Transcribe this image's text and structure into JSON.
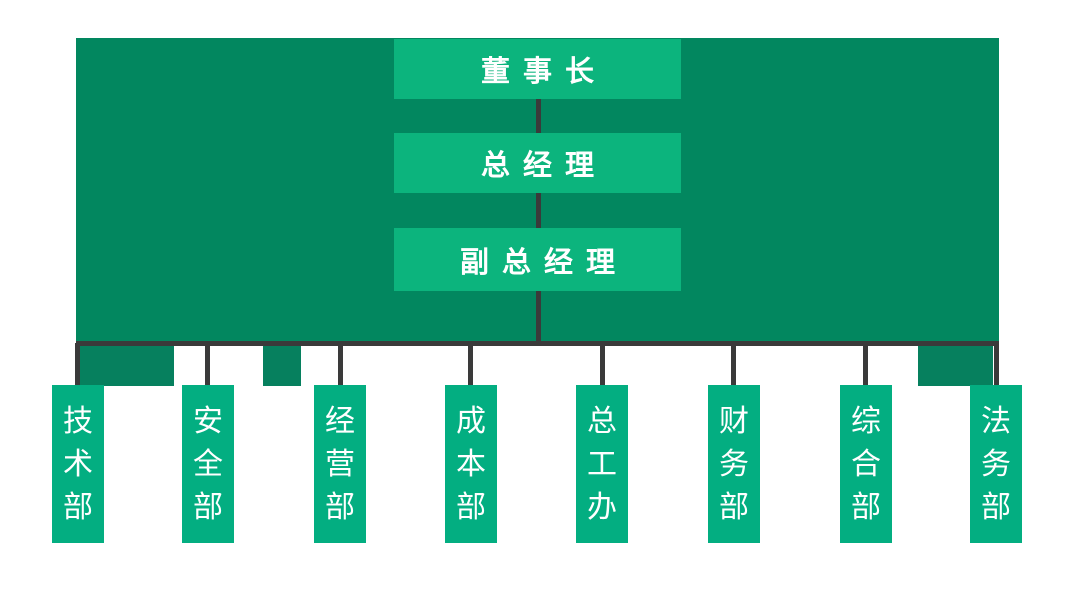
{
  "colors": {
    "panel": "#02875F",
    "stub": "#06805E",
    "leader_node": "#0CB47D",
    "dept_node": "#03AE81",
    "connector": "#3A3A3A",
    "text": "#FFFFFF"
  },
  "org_chart": {
    "type": "org-hierarchy",
    "leadership": [
      {
        "label": "董事长"
      },
      {
        "label": "总经理"
      },
      {
        "label": "副总经理"
      }
    ],
    "departments": [
      {
        "label": "技术部"
      },
      {
        "label": "安全部"
      },
      {
        "label": "经营部"
      },
      {
        "label": "成本部"
      },
      {
        "label": "总工办"
      },
      {
        "label": "财务部"
      },
      {
        "label": "综合部"
      },
      {
        "label": "法务部"
      }
    ]
  }
}
